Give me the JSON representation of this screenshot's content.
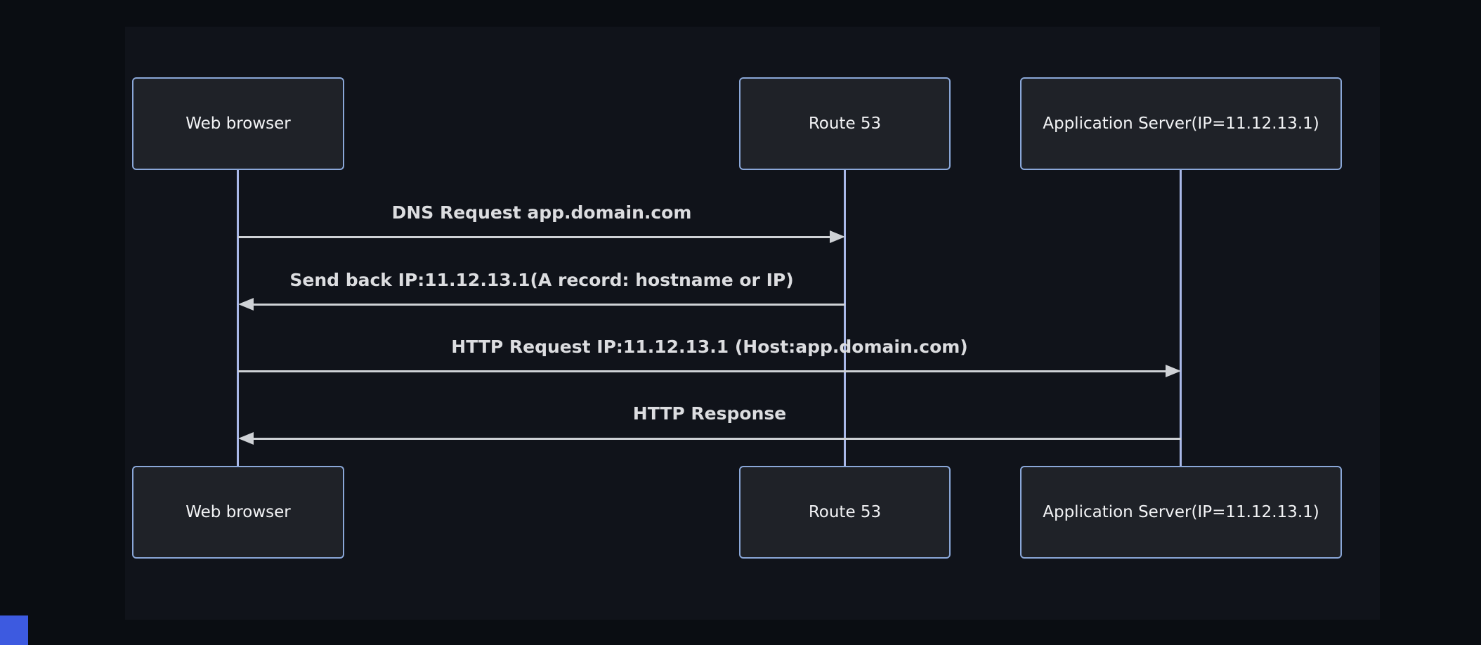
{
  "diagram": {
    "type": "sequence",
    "actors": [
      {
        "id": "web-browser",
        "label": "Web browser"
      },
      {
        "id": "route-53",
        "label": "Route 53"
      },
      {
        "id": "app-server",
        "label": "Application Server(IP=11.12.13.1)"
      }
    ],
    "messages": [
      {
        "from": "web-browser",
        "to": "route-53",
        "direction": "right",
        "label": "DNS Request app.domain.com"
      },
      {
        "from": "route-53",
        "to": "web-browser",
        "direction": "left",
        "label": "Send back IP:11.12.13.1(A record: hostname or IP)"
      },
      {
        "from": "web-browser",
        "to": "app-server",
        "direction": "right",
        "label": "HTTP Request IP:11.12.13.1 (Host:app.domain.com)"
      },
      {
        "from": "app-server",
        "to": "web-browser",
        "direction": "left",
        "label": "HTTP Response"
      }
    ],
    "colors": {
      "bg-outer": "#0a0d12",
      "bg-panel": "#10131a",
      "actor-fill": "#1f2228",
      "actor-border": "#8aa7d8",
      "actor-text": "#f2f3f5",
      "lifeline": "#a9b8e8",
      "message-line": "#cfd2d6",
      "message-text": "#dcdde0",
      "corner-square": "#3d5ae0"
    }
  }
}
